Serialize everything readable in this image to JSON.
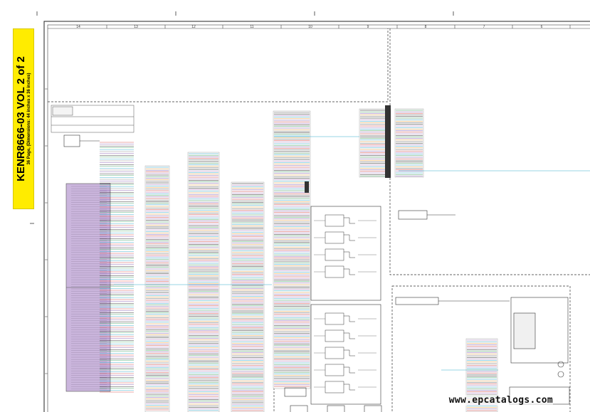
{
  "label": {
    "title": "KENR8666-03 VOL 2 of 2",
    "subtitle": "36 Page, (Dimensions: 44 inches x 36 inches)"
  },
  "grid_columns": [
    "14",
    "13",
    "12",
    "11",
    "10",
    "9",
    "8",
    "7",
    "6"
  ],
  "watermark": "www.epcatalogs.com",
  "colors": {
    "label_bg": "#ffec00",
    "harness_purple": "#cbb6dd",
    "wire_cyan": "#33aacc",
    "wire_red": "#d04040",
    "wire_orange": "#e8a040",
    "wire_green": "#40a060",
    "frame": "#222222"
  }
}
